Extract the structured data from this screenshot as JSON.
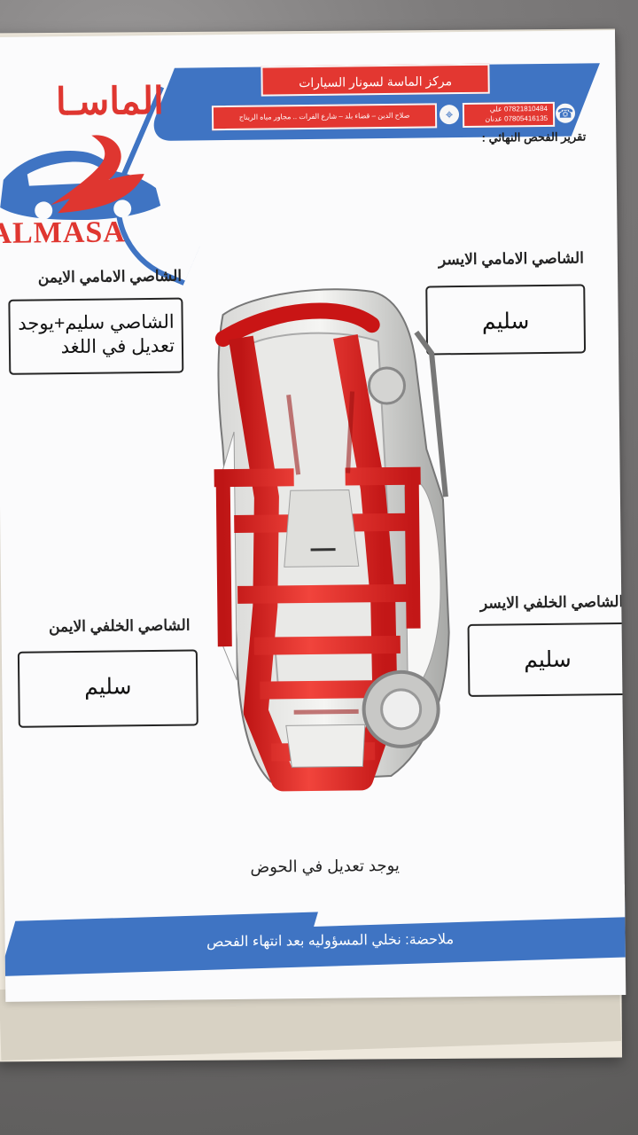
{
  "header": {
    "logo": {
      "arabic_name": "الماسـا",
      "latin_name": "ALMASA",
      "icon": "car-logo-icon"
    },
    "center_name": "مركز الماسة لسونار السيارات",
    "address": "صلاح الدين – قضاء بلد – شارع الفرات .. مجاور مياه الريناج",
    "phones": [
      "07821810484 علي",
      "07805416135 عدنان"
    ],
    "location_icon": "location-pin-icon",
    "phone_icon": "phone-icon",
    "report_title": "تقرير الفحص النهائي :"
  },
  "sections": {
    "front_left": {
      "label": "الشاصي الامامي الايسر",
      "value": "سليم"
    },
    "front_right": {
      "label": "الشاصي الامامي الايمن",
      "value_lines": [
        "الشاصي سليم+يوجد",
        "تعديل في اللغد"
      ]
    },
    "rear_left": {
      "label": "الشاصي الخلفي الايسر",
      "value": "سليم"
    },
    "rear_right": {
      "label": "الشاصي الخلفي الايمن",
      "value": "سليم"
    }
  },
  "diagram": {
    "icon": "car-chassis-diagram-icon"
  },
  "notes": {
    "body_note": "يوجد تعديل في الحوض",
    "footer_note_lines": [
      "ملاحضة: نخلي المسؤوليه بعد انتهاء الفحص"
    ]
  },
  "colors": {
    "red": "#e33731",
    "blue": "#3f74c3",
    "paper": "#fbfbfc"
  }
}
